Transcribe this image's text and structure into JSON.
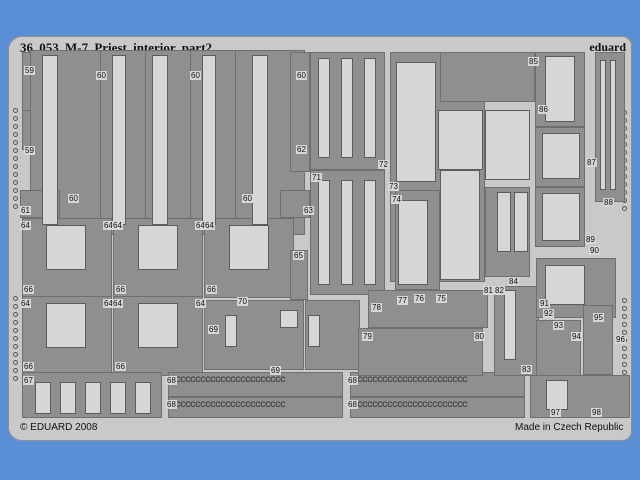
{
  "header": {
    "title": "36 053  M-7 Priest interior   part2",
    "brand": "eduard"
  },
  "footer": {
    "copyright": "© EDUARD 2008",
    "origin": "Made in Czech Republic"
  },
  "colors": {
    "background": "#5a8fd6",
    "fret": "#c9c9c9",
    "panel": "#8f8f8f",
    "part": "#d6d6d6"
  },
  "part_numbers": [
    "59",
    "59",
    "60",
    "60",
    "60",
    "60",
    "60",
    "61",
    "62",
    "63",
    "71",
    "72",
    "73",
    "74",
    "85",
    "86",
    "87",
    "88",
    "64",
    "64",
    "64",
    "64",
    "64",
    "64",
    "64",
    "64",
    "64",
    "65",
    "66",
    "66",
    "66",
    "66",
    "66",
    "67",
    "68",
    "68",
    "68",
    "68",
    "69",
    "69",
    "70",
    "75",
    "76",
    "77",
    "78",
    "79",
    "80",
    "81",
    "82",
    "83",
    "84",
    "89",
    "90",
    "91",
    "92",
    "93",
    "94",
    "95",
    "96",
    "97",
    "98"
  ]
}
